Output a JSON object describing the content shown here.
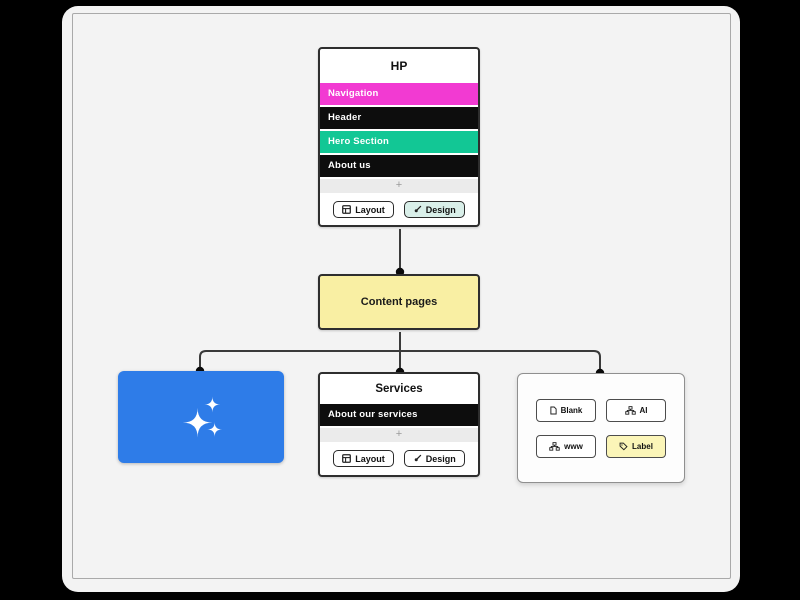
{
  "colors": {
    "canvas_bg": "#f3f3f3",
    "frame_border": "#a9a9a9",
    "node_border": "#2e2e2e",
    "navigation_pink": "#f23ad2",
    "section_black": "#0d0d0d",
    "hero_green": "#12c795",
    "content_yellow": "#f9efa3",
    "label_yellow": "#fbf5b8",
    "ai_card_blue": "#2e7ce8",
    "design_button_mint": "#d9efe9",
    "connector": "#3a3a3a"
  },
  "nodes": {
    "hp": {
      "title": "HP",
      "sections": [
        {
          "label": "Navigation",
          "bg": "#f23ad2"
        },
        {
          "label": "Header",
          "bg": "#0d0d0d"
        },
        {
          "label": "Hero Section",
          "bg": "#12c795"
        },
        {
          "label": "About us",
          "bg": "#0d0d0d"
        }
      ],
      "add_label": "+",
      "buttons": [
        {
          "label": "Layout",
          "icon": "layout-grid-icon"
        },
        {
          "label": "Design",
          "icon": "design-brush-icon",
          "bg": "#d9efe9"
        }
      ]
    },
    "content_pages": {
      "title": "Content pages"
    },
    "ai_card": {
      "icon": "sparkles-icon"
    },
    "services": {
      "title": "Services",
      "sections": [
        {
          "label": "About our services",
          "bg": "#0d0d0d"
        }
      ],
      "add_label": "+",
      "buttons": [
        {
          "label": "Layout",
          "icon": "layout-grid-icon"
        },
        {
          "label": "Design",
          "icon": "design-brush-icon"
        }
      ]
    },
    "picker": {
      "buttons": [
        {
          "label": "Blank",
          "icon": "blank-page-icon"
        },
        {
          "label": "AI",
          "icon": "sitemap-icon"
        },
        {
          "label": "www",
          "icon": "sitemap-icon"
        },
        {
          "label": "Label",
          "icon": "tag-icon",
          "bg": "#fbf5b8"
        }
      ]
    }
  }
}
